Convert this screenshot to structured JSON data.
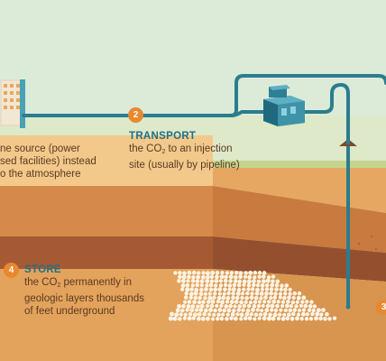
{
  "steps": [
    {
      "number": "2",
      "title": "TRANSPORT",
      "text_pre": "the CO",
      "text_sub": "2",
      "text_post": " to an injection",
      "text_line2": "site (usually by pipeline)"
    },
    {
      "number": "4",
      "title": "STORE",
      "text_pre": "the CO",
      "text_sub": "2",
      "text_post": " permanently in",
      "text_line2": "geologic layers thousands",
      "text_line3": "of feet underground"
    },
    {
      "number": "3"
    }
  ],
  "capture_fragment": {
    "line1": "ne source (power",
    "line2": "sed facilities) instead",
    "line3": "o the atmosphere"
  },
  "colors": {
    "sky": "#dcebd8",
    "ground_surface": "#f2c98b",
    "soil_mid": "#d9924f",
    "soil_deep": "#c06f3a",
    "rock_layer": "#9c5432",
    "storage_layer": "#e8a85f",
    "grass_edge": "#c4d48c",
    "pipeline": "#2b7d8e",
    "building": "#3f93a8",
    "badge": "#e8892f",
    "title_text": "#1f6f86",
    "body_text": "#5b3a22"
  },
  "icons": [
    "pipeline",
    "injection-station-building",
    "capture-facility",
    "co2-stored-bubbles",
    "injection-well"
  ]
}
